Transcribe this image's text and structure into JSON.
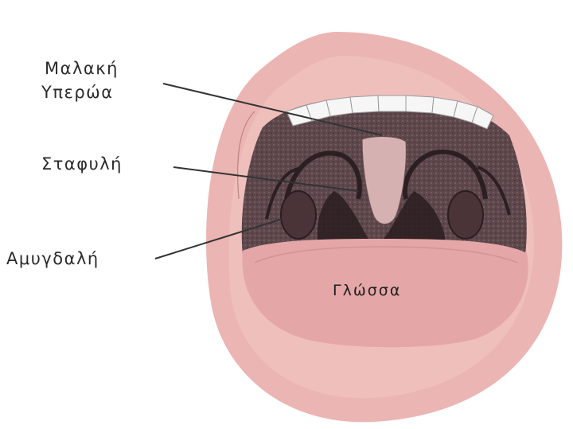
{
  "labels": {
    "soft_palate_line1": "Μαλακή",
    "soft_palate_line2": "Υπερώα",
    "uvula": "Σταφυλή",
    "tonsil": "Αμυγδαλή",
    "tongue": "Γλώσσα"
  },
  "colors": {
    "lips": "#eab3b1",
    "lips_inner": "#f2c4c2",
    "palate": "#5b4649",
    "tongue": "#e4a5a6",
    "teeth": "#f4f4f4",
    "leader_line": "#333333"
  }
}
